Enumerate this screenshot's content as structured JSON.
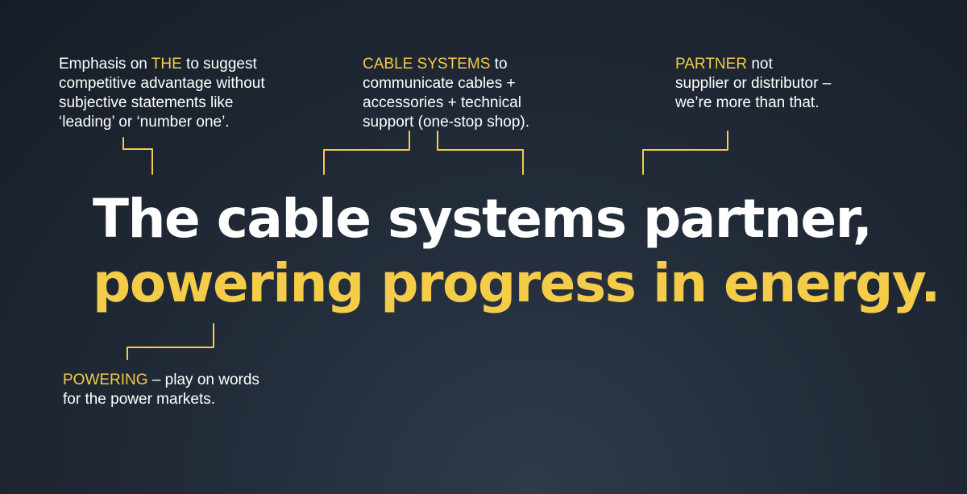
{
  "annotations": {
    "the": {
      "highlight": "THE",
      "pre": "Emphasis on ",
      "post": " to suggest\ncompetitive advantage without\nsubjective statements like\n‘leading’ or ‘number one’."
    },
    "cable_systems": {
      "highlight": "CABLE SYSTEMS",
      "post": "  to\ncommunicate cables +\naccessories + technical\nsupport (one-stop shop)."
    },
    "partner": {
      "highlight": "PARTNER",
      "post": "  not\nsupplier or distributor –\nwe’re more than that."
    },
    "powering": {
      "highlight": "POWERING",
      "post": "  – play on words\nfor the power markets."
    }
  },
  "headline": {
    "line1": "The cable systems partner,",
    "line2": "powering progress in energy."
  },
  "colors": {
    "accent": "#f5cb4a",
    "text": "#ffffff",
    "background": "#1f2733"
  }
}
